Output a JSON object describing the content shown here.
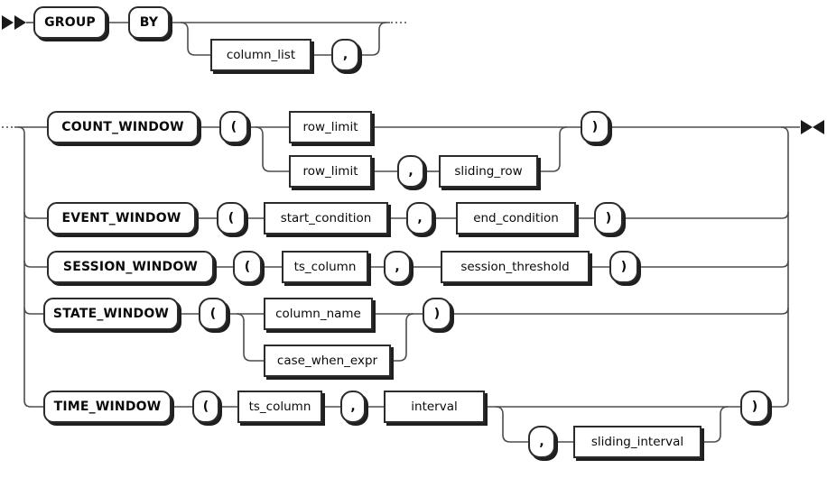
{
  "diagram": {
    "type": "railroad-syntax-diagram",
    "topic": "GROUP BY window clause",
    "colors": {
      "background": "#ffffff",
      "line": "#4d4d4d",
      "box_border": "#2b2b2b",
      "box_fill": "#ffffff",
      "box_shadow": "#1f1f1f",
      "text": "#0a0a0a"
    },
    "markers": {
      "start": "railroad-start-double-arrow",
      "end": "railroad-end-facing-arrows",
      "continuation": "dotted-line"
    }
  },
  "nodes": {
    "group_kw": {
      "label": "GROUP",
      "type": "terminal"
    },
    "by_kw": {
      "label": "BY",
      "type": "terminal"
    },
    "column_list": {
      "label": "column_list",
      "type": "nonterminal"
    },
    "comma_list": {
      "label": ",",
      "type": "terminal"
    },
    "count_window_kw": {
      "label": "COUNT_WINDOW",
      "type": "terminal"
    },
    "lparen_count": {
      "label": "(",
      "type": "terminal"
    },
    "row_limit_1": {
      "label": "row_limit",
      "type": "nonterminal"
    },
    "row_limit_2": {
      "label": "row_limit",
      "type": "nonterminal"
    },
    "comma_count": {
      "label": ",",
      "type": "terminal"
    },
    "sliding_row": {
      "label": "sliding_row",
      "type": "nonterminal"
    },
    "rparen_count": {
      "label": ")",
      "type": "terminal"
    },
    "event_window_kw": {
      "label": "EVENT_WINDOW",
      "type": "terminal"
    },
    "lparen_event": {
      "label": "(",
      "type": "terminal"
    },
    "start_condition": {
      "label": "start_condition",
      "type": "nonterminal"
    },
    "comma_event": {
      "label": ",",
      "type": "terminal"
    },
    "end_condition": {
      "label": "end_condition",
      "type": "nonterminal"
    },
    "rparen_event": {
      "label": ")",
      "type": "terminal"
    },
    "session_window_kw": {
      "label": "SESSION_WINDOW",
      "type": "terminal"
    },
    "lparen_session": {
      "label": "(",
      "type": "terminal"
    },
    "ts_column_session": {
      "label": "ts_column",
      "type": "nonterminal"
    },
    "comma_session": {
      "label": ",",
      "type": "terminal"
    },
    "session_threshold": {
      "label": "session_threshold",
      "type": "nonterminal"
    },
    "rparen_session": {
      "label": ")",
      "type": "terminal"
    },
    "state_window_kw": {
      "label": "STATE_WINDOW",
      "type": "terminal"
    },
    "lparen_state": {
      "label": "(",
      "type": "terminal"
    },
    "column_name": {
      "label": "column_name",
      "type": "nonterminal"
    },
    "case_when_expr": {
      "label": "case_when_expr",
      "type": "nonterminal"
    },
    "rparen_state": {
      "label": ")",
      "type": "terminal"
    },
    "time_window_kw": {
      "label": "TIME_WINDOW",
      "type": "terminal"
    },
    "lparen_time": {
      "label": "(",
      "type": "terminal"
    },
    "ts_column_time": {
      "label": "ts_column",
      "type": "nonterminal"
    },
    "comma_time": {
      "label": ",",
      "type": "terminal"
    },
    "interval": {
      "label": "interval",
      "type": "nonterminal"
    },
    "comma_sliding": {
      "label": ",",
      "type": "terminal"
    },
    "sliding_interval": {
      "label": "sliding_interval",
      "type": "nonterminal"
    },
    "rparen_time": {
      "label": ")",
      "type": "terminal"
    }
  }
}
